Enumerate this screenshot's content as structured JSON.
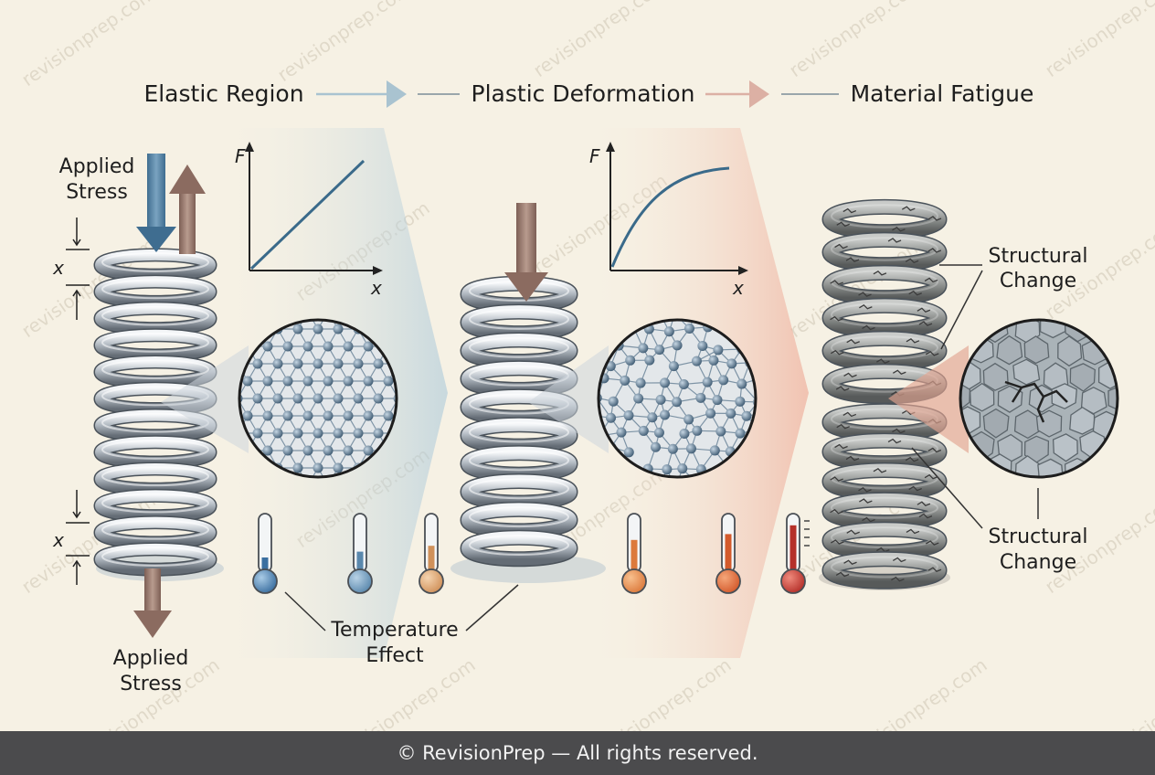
{
  "stages": [
    {
      "title": "Elastic Region"
    },
    {
      "title": "Plastic Deformation"
    },
    {
      "title": "Material Fatigue"
    }
  ],
  "labels": {
    "applied_stress_top": [
      "Applied",
      "Stress"
    ],
    "applied_stress_bottom": [
      "Applied",
      "Stress"
    ],
    "displacement": "x",
    "temperature_effect": [
      "Temperature",
      "Effect"
    ],
    "structural_change_top": [
      "Structural",
      "Change"
    ],
    "structural_change_bottom": [
      "Structural",
      "Change"
    ]
  },
  "graphs": {
    "f_axis": "F",
    "x_axis": "x"
  },
  "watermark": "revisionprep.com",
  "footer": "© RevisionPrep — All rights reserved.",
  "colors": {
    "background": "#f6f1e4",
    "footer_bg": "#4b4b4d",
    "blue_arrow": "#4f7ea1",
    "brown_arrow": "#9d7a6d",
    "graph_line": "#3a6a8a",
    "elastic_glow": "#b9d3e0",
    "fatigue_glow": "#f0b8a6"
  }
}
